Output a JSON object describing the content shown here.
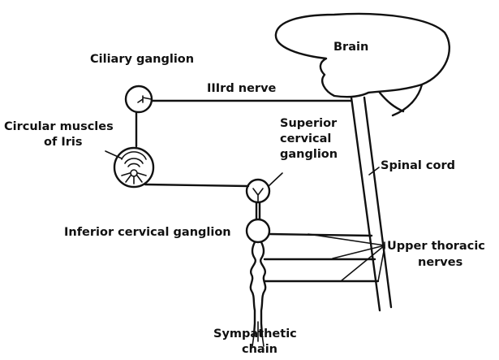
{
  "labels": {
    "brain": "Brain",
    "ciliary_ganglion": "Ciliary ganglion",
    "third_nerve": "IIIrd nerve",
    "circular_muscles_line1": "Circular muscles",
    "circular_muscles_line2": "of Iris",
    "superior_line1": "Superior",
    "superior_line2": "cervical",
    "superior_line3": "ganglion",
    "spinal_cord": "Spinal cord",
    "inferior_cervical_ganglion": "Inferior cervical ganglion",
    "upper_thoracic_line1": "Upper thoracic",
    "upper_thoracic_line2": "nerves",
    "sympathetic_line1": "Sympathetic",
    "sympathetic_line2": "chain"
  },
  "colors": {
    "ink": "#111111",
    "background": "#ffffff"
  }
}
